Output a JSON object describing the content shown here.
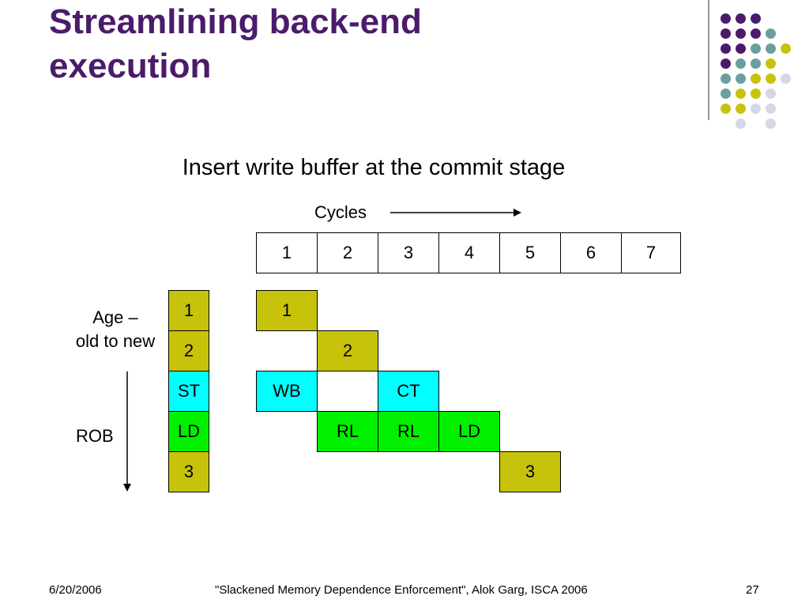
{
  "slide": {
    "title_line1": "Streamlining back-end",
    "title_line2": "execution",
    "subtitle": "Insert write buffer at the commit stage",
    "cycles_label": "Cycles",
    "cycles": [
      "1",
      "2",
      "3",
      "4",
      "5",
      "6",
      "7"
    ],
    "age_label_line1": "Age –",
    "age_label_line2": "old to new",
    "rob_label": "ROB",
    "rob_entries": [
      "1",
      "2",
      "ST",
      "LD",
      "3"
    ],
    "timeline": {
      "row1": [
        "1"
      ],
      "row2": [
        "2"
      ],
      "row3": [
        "WB",
        "CT"
      ],
      "row4": [
        "RL",
        "RL",
        "LD"
      ],
      "row5": [
        "3"
      ]
    }
  },
  "colors": {
    "title": "#4b1b6b",
    "olive": "#c7c30b",
    "cyan": "#00ffff",
    "green": "#00f000",
    "dot_purple": "#4b1b6b",
    "dot_teal": "#6b9e9e",
    "dot_yellow": "#c7c30b",
    "dot_lavender": "#d6d6e6"
  },
  "footer": {
    "date": "6/20/2006",
    "citation": "\"Slackened Memory Dependence Enforcement\", Alok Garg, ISCA 2006",
    "page_number": "27"
  }
}
